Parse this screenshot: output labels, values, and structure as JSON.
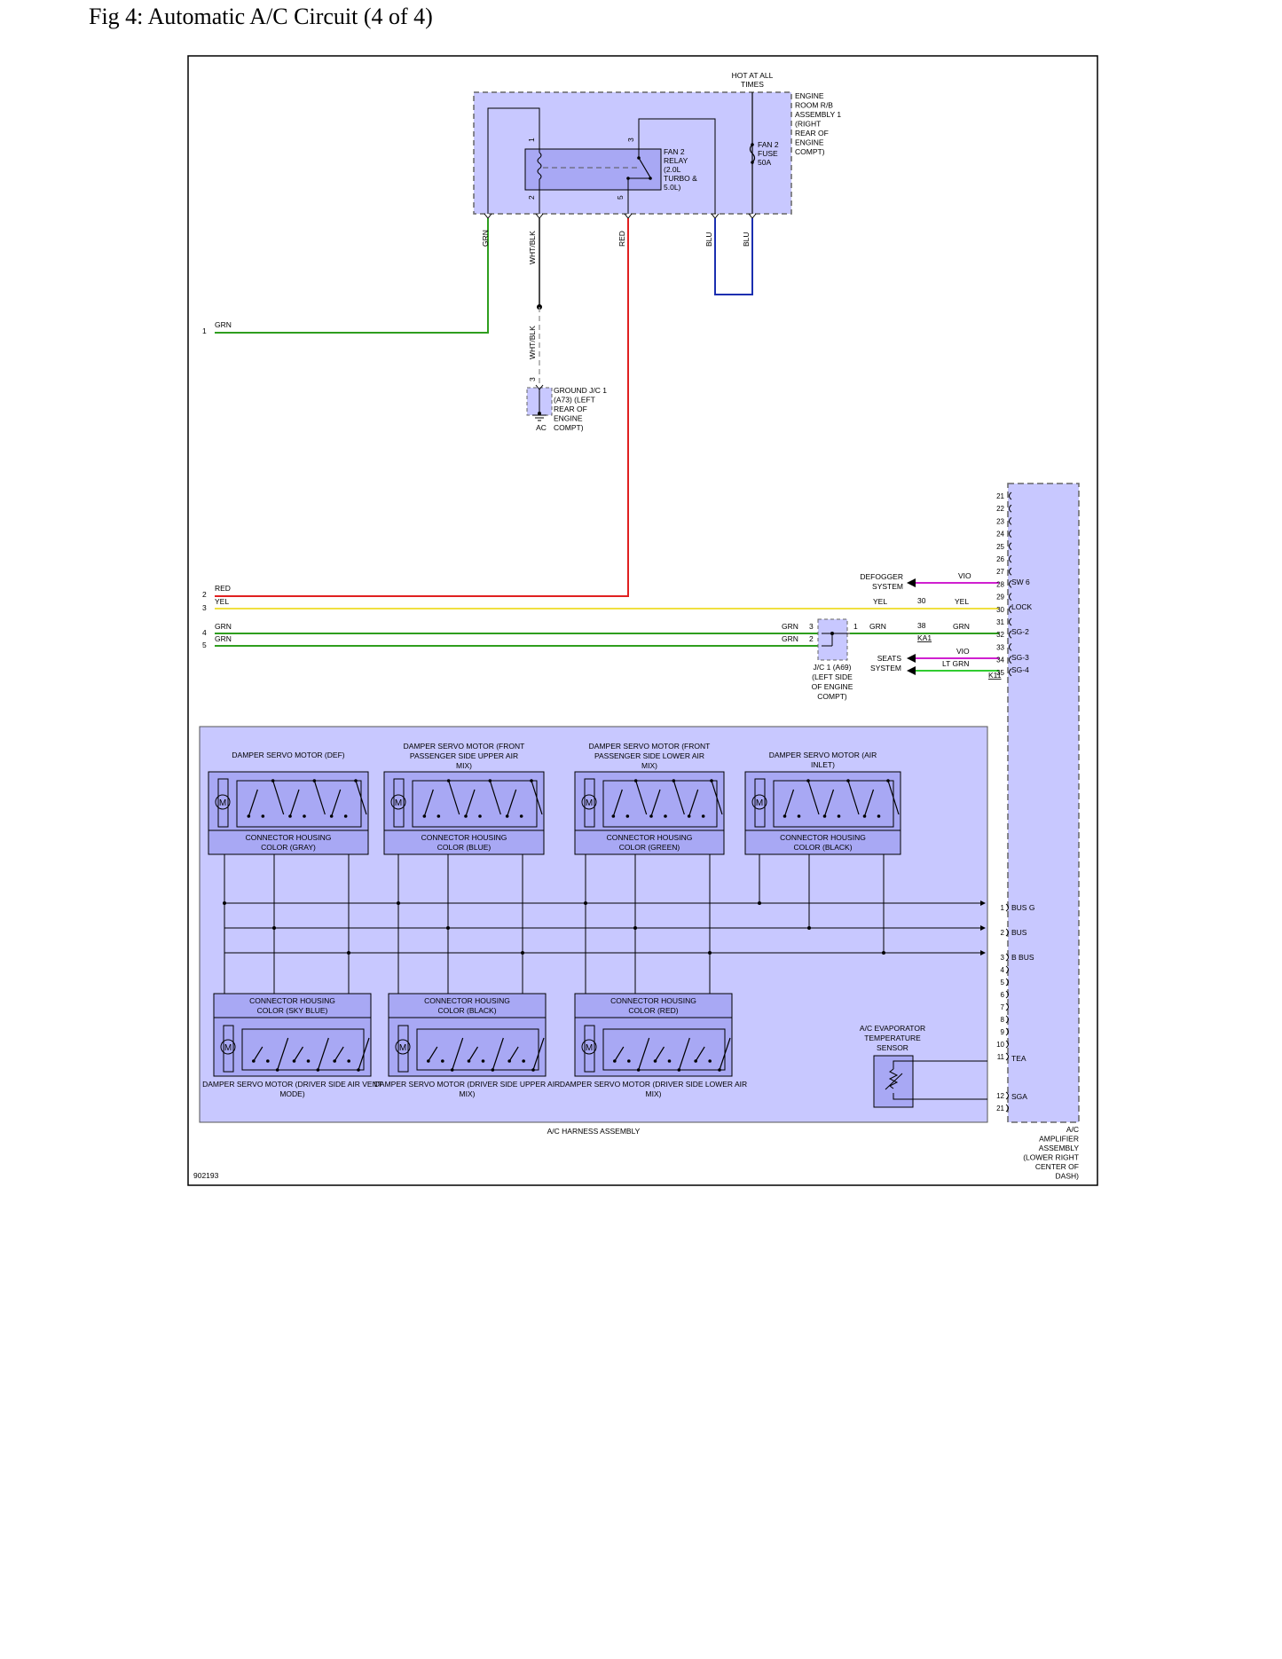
{
  "page": {
    "title": "Fig 4: Automatic A/C Circuit (4 of 4)",
    "figure_id": "902193"
  },
  "colors": {
    "module_fill": "#c8c8ff",
    "component_fill": "#a8a8f4",
    "wire_grn": "#2f9e1e",
    "wire_red": "#e02020",
    "wire_yel": "#f0e040",
    "wire_blu": "#1b2fb0",
    "wire_vio": "#d020d0",
    "wire_ltgrn": "#30cc30",
    "wire_blk": "#000000"
  },
  "engine_room": {
    "hot_label": "HOT AT ALL TIMES",
    "rb_label": "ENGINE ROOM R/B ASSEMBLY 1 (RIGHT REAR OF ENGINE COMPT)",
    "relay_label": "FAN 2 RELAY (2.0L TURBO & 5.0L)",
    "fuse_label": "FAN 2 FUSE 50A",
    "relay_pins": [
      "1",
      "2",
      "3",
      "5"
    ],
    "wires": [
      "GRN",
      "WHT/BLK",
      "RED",
      "BLU",
      "BLU"
    ]
  },
  "ground": {
    "wire": "WHT/BLK",
    "pin": "3",
    "label": "GROUND J/C 1 (A73) (LEFT REAR OF ENGINE COMPT)",
    "code": "AC"
  },
  "left_pins": [
    {
      "num": "1",
      "color": "GRN"
    },
    {
      "num": "2",
      "color": "RED"
    },
    {
      "num": "3",
      "color": "YEL"
    },
    {
      "num": "4",
      "color": "GRN"
    },
    {
      "num": "5",
      "color": "GRN"
    }
  ],
  "jc1": {
    "label": "J/C 1 (A69) (LEFT SIDE OF ENGINE COMPT)",
    "pins": [
      "3",
      "2",
      "1"
    ],
    "wire_in": [
      "GRN",
      "GRN"
    ],
    "wire_out": "GRN"
  },
  "amplifier": {
    "label": "A/C AMPLIFIER ASSEMBLY (LOWER RIGHT CENTER OF DASH)",
    "top_pins": [
      "21",
      "22",
      "23",
      "24",
      "25",
      "26",
      "27",
      "28",
      "29",
      "30",
      "31",
      "32",
      "33",
      "34",
      "35"
    ],
    "bottom_pins": [
      "1",
      "2",
      "3",
      "4",
      "5",
      "6",
      "7",
      "8",
      "9",
      "10",
      "11",
      "12",
      "21"
    ],
    "terminals": {
      "sw6": "SW 6",
      "lock": "LOCK",
      "sg2": "SG-2",
      "sg3": "SG-3",
      "sg4": "SG-4",
      "busg": "BUS G",
      "bus": "BUS",
      "bbus": "B BUS",
      "tea": "TEA",
      "sga": "SGA"
    },
    "connector_a": "KA1",
    "connector_b": "K11"
  },
  "external": {
    "defogger": "DEFOGGER SYSTEM",
    "seats": "SEATS SYSTEM",
    "wires": {
      "vio1": "VIO",
      "yel1": "YEL",
      "yel2": "YEL",
      "grn1": "GRN",
      "grn2": "GRN",
      "vio2": "VIO",
      "ltgrn": "LT GRN"
    },
    "pins": {
      "p30": "30",
      "p38": "38"
    }
  },
  "harness": {
    "label": "A/C HARNESS ASSEMBLY",
    "top_motors": [
      {
        "title": "DAMPER SERVO MOTOR (DEF)",
        "housing": "CONNECTOR HOUSING COLOR (GRAY)"
      },
      {
        "title": "DAMPER SERVO MOTOR (FRONT PASSENGER SIDE UPPER AIR MIX)",
        "housing": "CONNECTOR HOUSING COLOR (BLUE)"
      },
      {
        "title": "DAMPER SERVO MOTOR (FRONT PASSENGER SIDE LOWER AIR MIX)",
        "housing": "CONNECTOR HOUSING COLOR (GREEN)"
      },
      {
        "title": "DAMPER SERVO MOTOR (AIR INLET)",
        "housing": "CONNECTOR HOUSING COLOR (BLACK)"
      }
    ],
    "bottom_motors": [
      {
        "title": "DAMPER SERVO MOTOR (DRIVER SIDE AIR VENT MODE)",
        "housing": "CONNECTOR HOUSING COLOR (SKY BLUE)"
      },
      {
        "title": "DAMPER SERVO MOTOR (DRIVER SIDE UPPER AIR MIX)",
        "housing": "CONNECTOR HOUSING COLOR (BLACK)"
      },
      {
        "title": "DAMPER SERVO MOTOR (DRIVER SIDE LOWER AIR MIX)",
        "housing": "CONNECTOR HOUSING COLOR (RED)"
      }
    ],
    "motor_symbol": "M",
    "sensor": "A/C EVAPORATOR TEMPERATURE SENSOR"
  }
}
